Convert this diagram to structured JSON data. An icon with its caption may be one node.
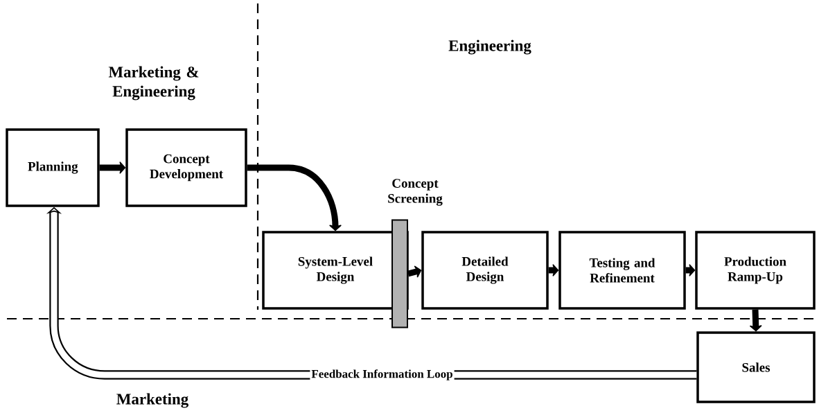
{
  "diagram": {
    "nodes": [
      {
        "text": [
          "Planning"
        ]
      },
      {
        "text": [
          "Concept Development"
        ]
      },
      {
        "text": [
          "System-Level Design"
        ]
      },
      {
        "text": [
          "Concept Screening"
        ]
      },
      {
        "text": [
          "Detailed Design"
        ]
      },
      {
        "text": [
          "Testing and Refinement"
        ]
      },
      {
        "text": [
          "Production Ramp-Up"
        ]
      },
      {
        "text": [
          "Sales"
        ]
      }
    ],
    "edges": [
      {
        "from": 0,
        "to": 1,
        "arrow": "to"
      },
      {
        "from": 1,
        "to": 2,
        "arrow": "to"
      },
      {
        "from": 3,
        "to": 4,
        "arrow": "to"
      },
      {
        "from": 4,
        "to": 5,
        "arrow": "to"
      },
      {
        "from": 5,
        "to": 6,
        "arrow": "to"
      },
      {
        "from": 6,
        "to": 7,
        "arrow": "to"
      },
      {
        "from": 7,
        "to": 0,
        "arrow": "to",
        "label": "Feedback Information Loop"
      }
    ],
    "labels": [
      "Marketing & Engineering",
      "Engineering",
      "Marketing"
    ]
  }
}
